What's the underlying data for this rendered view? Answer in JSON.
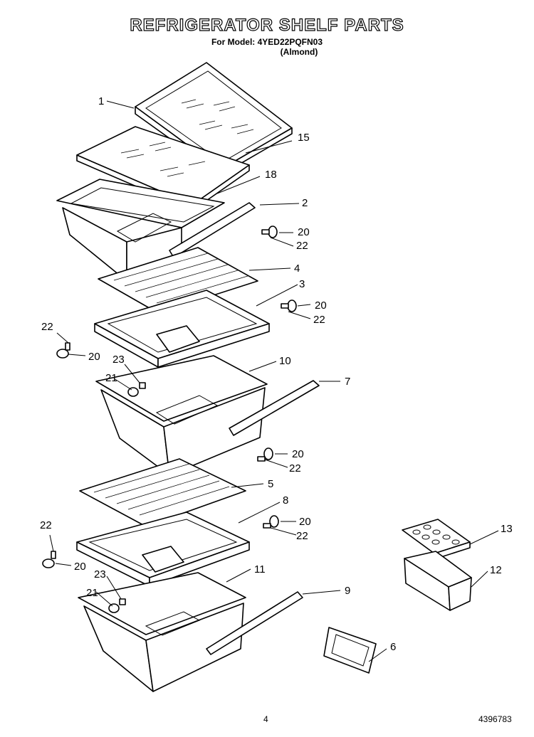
{
  "header": {
    "title": "REFRIGERATOR SHELF PARTS",
    "model_line": "For Model: 4YED22PQFN03",
    "color_line": "(Almond)"
  },
  "footer": {
    "page_number": "4",
    "doc_number": "4396783"
  },
  "callouts": {
    "c1": "1",
    "c15": "15",
    "c18": "18",
    "c2": "2",
    "c20a": "20",
    "c22a": "22",
    "c4": "4",
    "c3": "3",
    "c20b": "20",
    "c22b": "22",
    "c22c": "22",
    "c20c": "20",
    "c23a": "23",
    "c21a": "21",
    "c10": "10",
    "c7": "7",
    "c20d": "20",
    "c22d": "22",
    "c5": "5",
    "c8": "8",
    "c20e": "20",
    "c22e": "22",
    "c22f": "22",
    "c20f": "20",
    "c23b": "23",
    "c21b": "21",
    "c11": "11",
    "c9": "9",
    "c13": "13",
    "c12": "12",
    "c6": "6"
  }
}
